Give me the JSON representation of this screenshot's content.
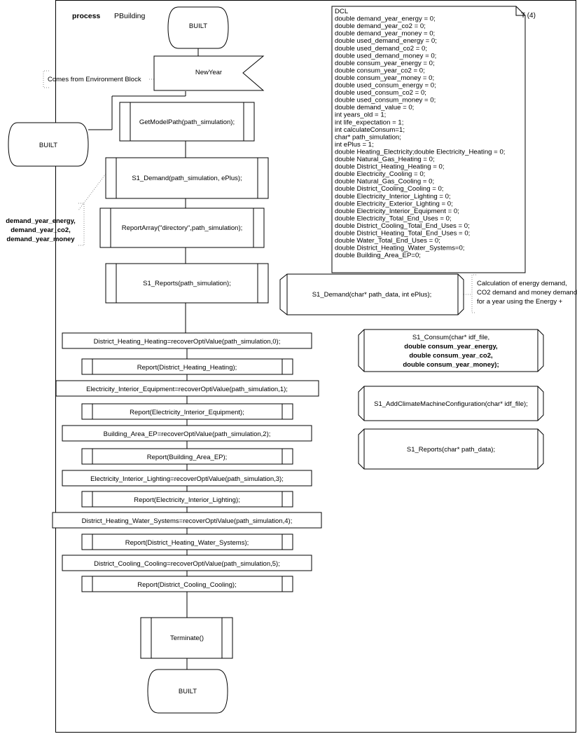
{
  "header": {
    "keyword": "process",
    "name": "PBuilding"
  },
  "states": {
    "start": "BUILT",
    "side": "BUILT",
    "end": "BUILT"
  },
  "signal": {
    "label": "NewYear",
    "comment": "Comes from Environment Block"
  },
  "main_calls": [
    "GetModelPath(path_simulation);",
    "S1_Demand(path_simulation, ePlus);",
    "ReportArray(\"directory\",path_simulation);",
    "S1_Reports(path_simulation);"
  ],
  "output_comment": [
    "demand_year_energy,",
    "demand_year_co2,",
    "demand_year_money"
  ],
  "sequence": [
    {
      "task": "District_Heating_Heating=recoverOptiValue(path_simulation,0);",
      "report": "Report(District_Heating_Heating);"
    },
    {
      "task": "Electricity_Interior_Equipment=recoverOptiValue(path_simulation,1);",
      "report": "Report(Electricity_Interior_Equipment);"
    },
    {
      "task": "Building_Area_EP=recoverOptiValue(path_simulation,2);",
      "report": "Report(Building_Area_EP);"
    },
    {
      "task": "Electricity_Interior_Lighting=recoverOptiValue(path_simulation,3);",
      "report": "Report(Electricity_Interior_Lighting);"
    },
    {
      "task": "District_Heating_Water_Systems=recoverOptiValue(path_simulation,4);",
      "report": "Report(District_Heating_Water_Systems);"
    },
    {
      "task": "District_Cooling_Cooling=recoverOptiValue(path_simulation,5);",
      "report": "Report(District_Cooling_Cooling);"
    }
  ],
  "terminate": "Terminate()",
  "dcl": {
    "corner_label": "T (4)",
    "lines": [
      "DCL",
      "double demand_year_energy = 0;",
      "double demand_year_co2 = 0;",
      "double demand_year_money = 0;",
      "double used_demand_energy = 0;",
      "double used_demand_co2 = 0;",
      "double used_demand_money = 0;",
      "double consum_year_energy = 0;",
      "double consum_year_co2 = 0;",
      "double consum_year_money = 0;",
      "double used_consum_energy = 0;",
      "double used_consum_co2 = 0;",
      "double used_consum_money = 0;",
      "double demand_value = 0;",
      "int years_old = 1;",
      "int life_expectation = 1;",
      "int calculateConsum=1;",
      "char* path_simulation;",
      "int ePlus = 1;",
      "double Heating_Electricity;double Electricity_Heating = 0;",
      "double Natural_Gas_Heating = 0;",
      "double District_Heating_Heating = 0;",
      "double Electricity_Cooling = 0;",
      "double Natural_Gas_Cooling = 0;",
      "double District_Cooling_Cooling = 0;",
      "double Electricity_Interior_Lighting = 0;",
      "double Electricity_Exterior_Lighting = 0;",
      "double Electricity_Interior_Equipment = 0;",
      "double Electricity_Total_End_Uses = 0;",
      "double District_Cooling_Total_End_Uses = 0;",
      "double District_Heating_Total_End_Uses = 0;",
      "double Water_Total_End_Uses = 0;",
      "double District_Heating_Water_Systems=0;",
      "double Building_Area_EP=0;"
    ]
  },
  "procedures": {
    "demand": "S1_Demand(char* path_data, int ePlus);",
    "demand_comment": [
      "Calculation of energy demand,",
      "CO2 demand and money demand",
      "for a year using the Energy +"
    ],
    "consum": [
      "S1_Consum(char* idf_file,",
      "double consum_year_energy,",
      "double consum_year_co2,",
      "double consum_year_money);"
    ],
    "climate": "S1_AddClimateMachineConfiguration(char* idf_file);",
    "reports": "S1_Reports(char* path_data);"
  }
}
